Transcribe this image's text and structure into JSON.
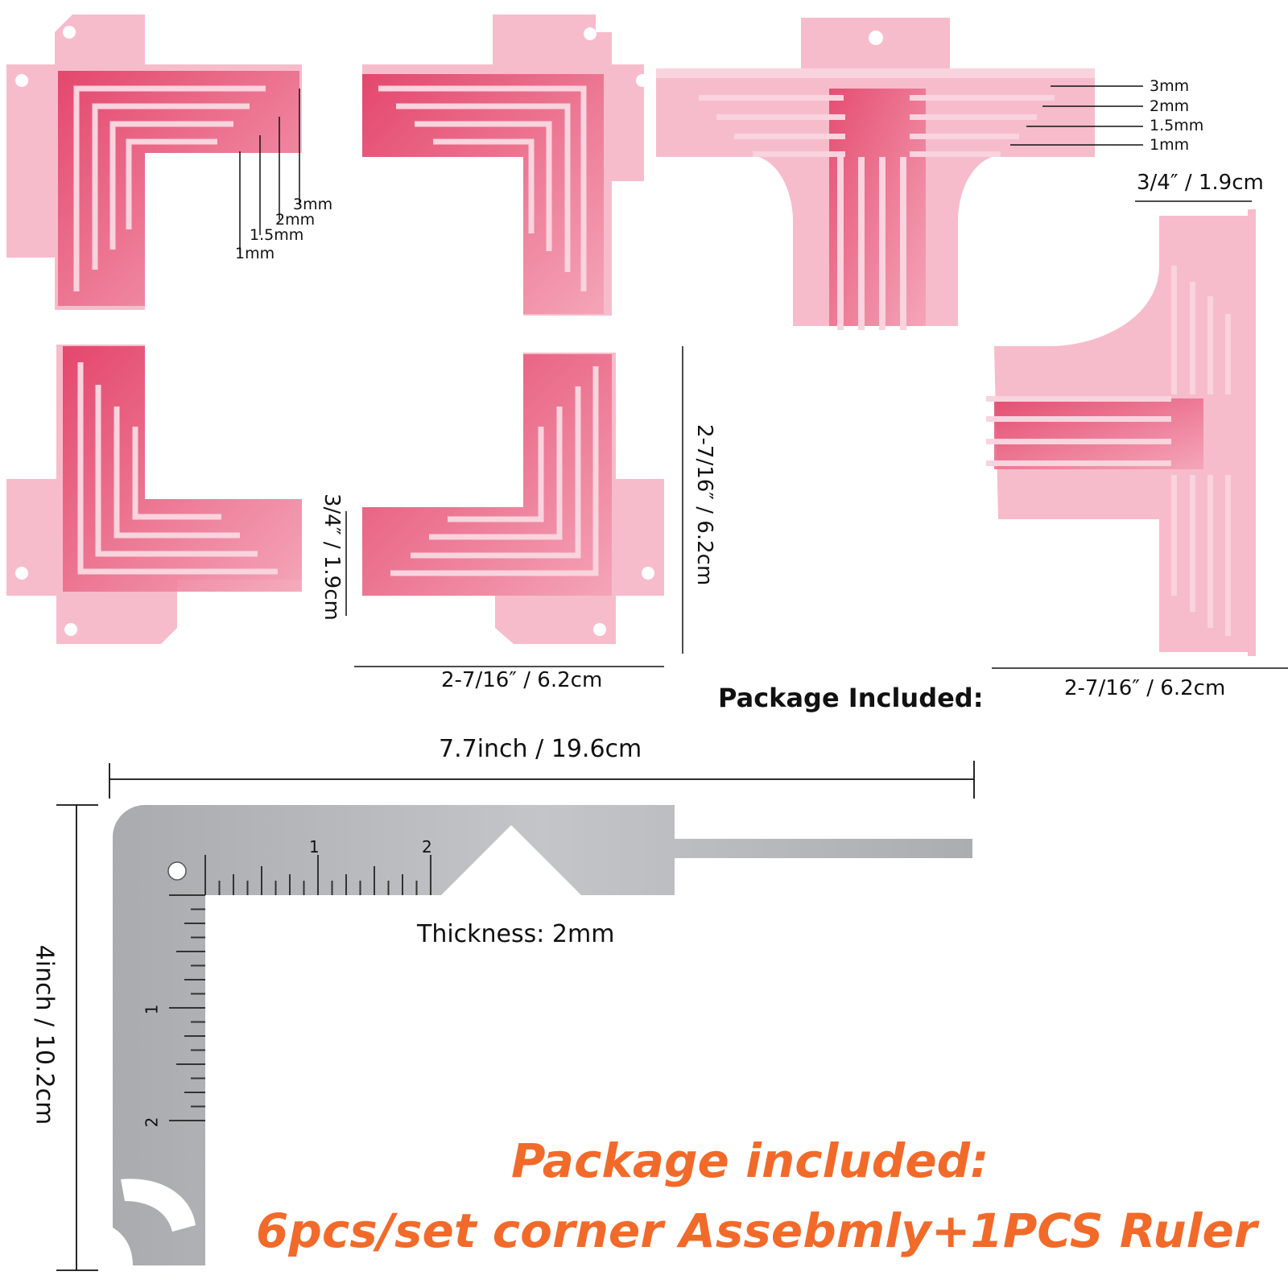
{
  "thickness_labels": [
    "3mm",
    "2mm",
    "1.5mm",
    "1mm"
  ],
  "dimensions": {
    "corner_width": "2-7/16″ / 6.2cm",
    "corner_height": "2-7/16″ / 6.2cm",
    "corner_depth": "3/4″ / 1.9cm",
    "tee_width": "2-7/16″ / 6.2cm",
    "tee_depth": "3/4″ / 1.9cm",
    "ruler_length": "7.7inch / 19.6cm",
    "ruler_height": "4inch / 10.2cm",
    "ruler_thickness": "Thickness: 2mm"
  },
  "ruler_numbers": [
    "1",
    "2"
  ],
  "headline_dark": "Package Included:",
  "headline_line1": "Package included:",
  "headline_line2": "6pcs/set corner Assebmly+1PCS Ruler",
  "colors": {
    "pink_base": "#f7bccb",
    "pink_deep": "#e8476a",
    "pink_mid": "#ef7f98",
    "steel": "#b5b7ba",
    "accent_orange": "#f26a2a"
  }
}
